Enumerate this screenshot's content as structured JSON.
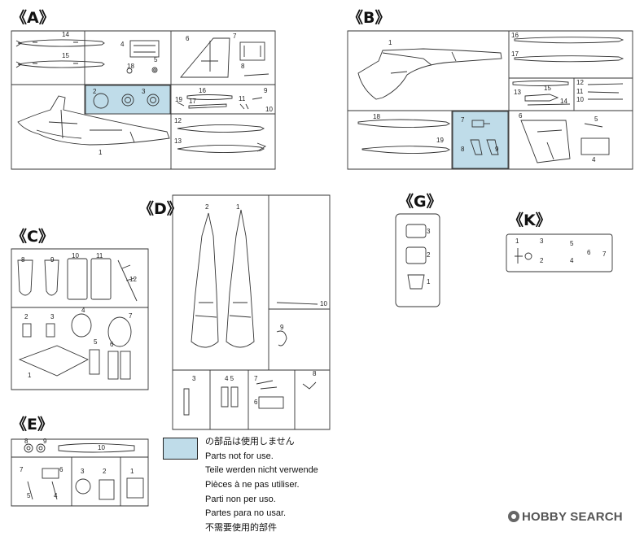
{
  "sprue_labels": {
    "A": "《A》",
    "B": "《B》",
    "C": "《C》",
    "D": "《D》",
    "E": "《E》",
    "G": "《G》",
    "K": "《K》"
  },
  "part_numbers": {
    "A": [
      "14",
      "15",
      "4",
      "18",
      "5",
      "6",
      "7",
      "8",
      "2",
      "3",
      "16",
      "19",
      "17",
      "11",
      "9",
      "10",
      "12",
      "13",
      "1"
    ],
    "B": [
      "1",
      "16",
      "17",
      "12",
      "11",
      "10",
      "15",
      "13",
      "14",
      "18",
      "19",
      "7",
      "8",
      "9",
      "6",
      "5",
      "4"
    ],
    "C": [
      "8",
      "9",
      "10",
      "11",
      "12",
      "2",
      "3",
      "4",
      "7",
      "5",
      "6",
      "1"
    ],
    "D": [
      "2",
      "1",
      "10",
      "9",
      "3",
      "4 5",
      "7",
      "8",
      "6"
    ],
    "E": [
      "8",
      "9",
      "10",
      "7",
      "6",
      "5",
      "4",
      "3",
      "2",
      "1"
    ],
    "G": [
      "3",
      "2",
      "1"
    ],
    "K": [
      "1",
      "3",
      "5",
      "2",
      "4",
      "6",
      "7"
    ]
  },
  "legend": {
    "swatch_color": "#bfdce9",
    "lines": [
      "の部品は使用しません",
      "Parts not for use.",
      "Teile werden nicht verwende",
      "Pièces à ne pas utiliser.",
      "Parti non per uso.",
      "Partes para no usar.",
      "不需要使用的部件"
    ]
  },
  "watermark": {
    "logo_icon": "hobby-search-logo-icon",
    "text": "HOBBY SEARCH"
  }
}
